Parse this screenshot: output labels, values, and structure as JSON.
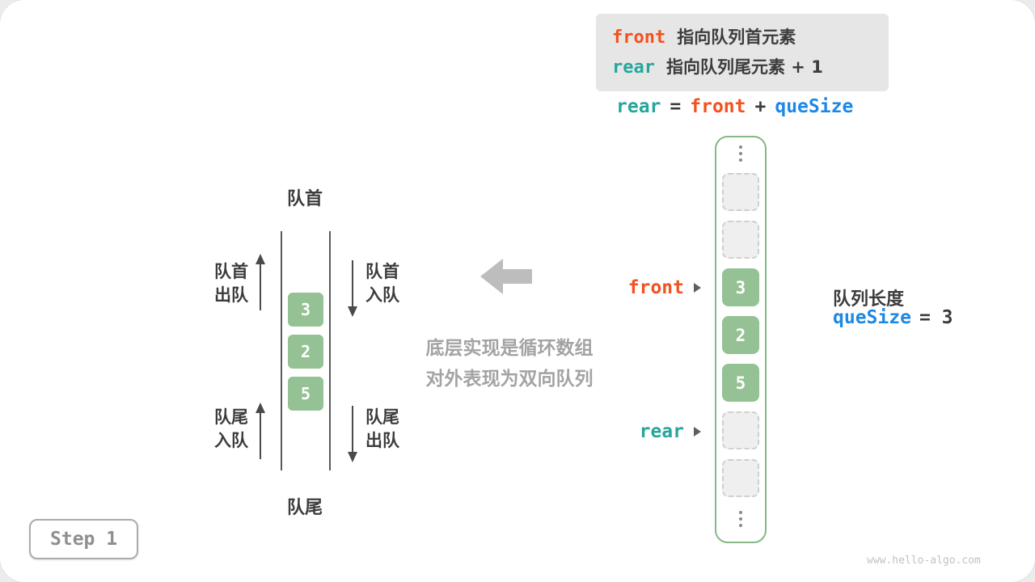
{
  "legend": {
    "line1_code": "front",
    "line1_text": "指向队列首元素",
    "line2_code": "rear",
    "line2_text": "指向队列尾元素 + 1"
  },
  "formula": {
    "lhs": "rear",
    "eq": "=",
    "rhs1": "front",
    "op": "+",
    "rhs2": "queSize"
  },
  "queue": {
    "values": [
      "3",
      "2",
      "5"
    ]
  },
  "left_diagram": {
    "top_label": "队首",
    "bottom_label": "队尾",
    "front_out_line1": "队首",
    "front_out_line2": "出队",
    "front_in_line1": "队首",
    "front_in_line2": "入队",
    "rear_in_line1": "队尾",
    "rear_in_line2": "入队",
    "rear_out_line1": "队尾",
    "rear_out_line2": "出队"
  },
  "note": {
    "line1": "底层实现是循环数组",
    "line2": "对外表现为双向队列"
  },
  "pointers": {
    "front": "front",
    "rear": "rear"
  },
  "right_info": {
    "length_label": "队列长度",
    "size_code": "queSize",
    "size_value": "= 3"
  },
  "step_label": "Step 1",
  "watermark": "www.hello-algo.com",
  "colors": {
    "front": "#f4511e",
    "rear": "#26a69a",
    "quesize": "#1e88e5",
    "cell_green": "#94c294"
  }
}
